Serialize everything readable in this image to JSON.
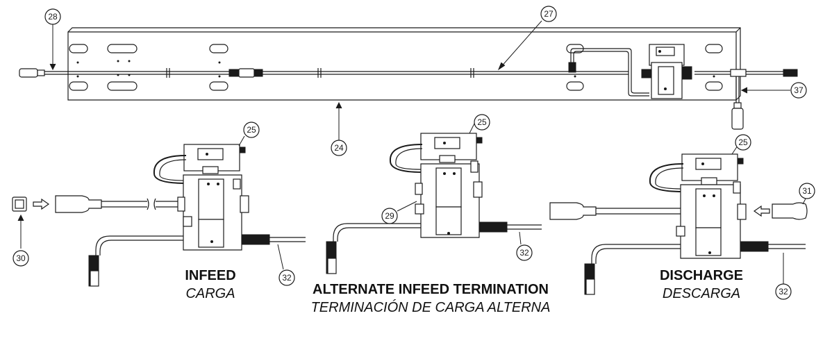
{
  "callouts": {
    "c24": "24",
    "c25a": "25",
    "c25b": "25",
    "c25c": "25",
    "c27": "27",
    "c28": "28",
    "c29": "29",
    "c30": "30",
    "c31": "31",
    "c32a": "32",
    "c32b": "32",
    "c32c": "32",
    "c37": "37"
  },
  "captions": {
    "infeed_en": "INFEED",
    "infeed_es": "CARGA",
    "alternate_en": "ALTERNATE INFEED TERMINATION",
    "alternate_es": "TERMINACIÓN DE CARGA ALTERNA",
    "discharge_en": "DISCHARGE",
    "discharge_es": "DESCARGA"
  }
}
